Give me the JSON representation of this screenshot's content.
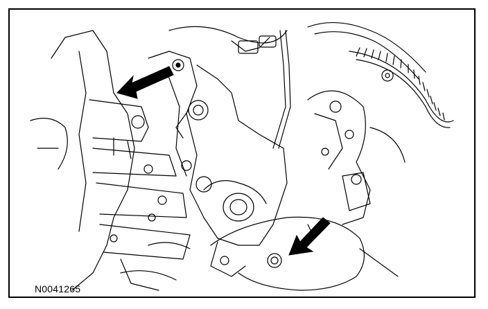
{
  "figure": {
    "reference_code": "N0041265"
  },
  "callouts": [
    {
      "id": "upper-bolt",
      "kind": "arrow",
      "icon": "arrow-pointer"
    },
    {
      "id": "lower-bolt",
      "kind": "arrow",
      "icon": "arrow-pointer"
    }
  ],
  "colors": {
    "line": "#000000",
    "background": "#ffffff"
  }
}
